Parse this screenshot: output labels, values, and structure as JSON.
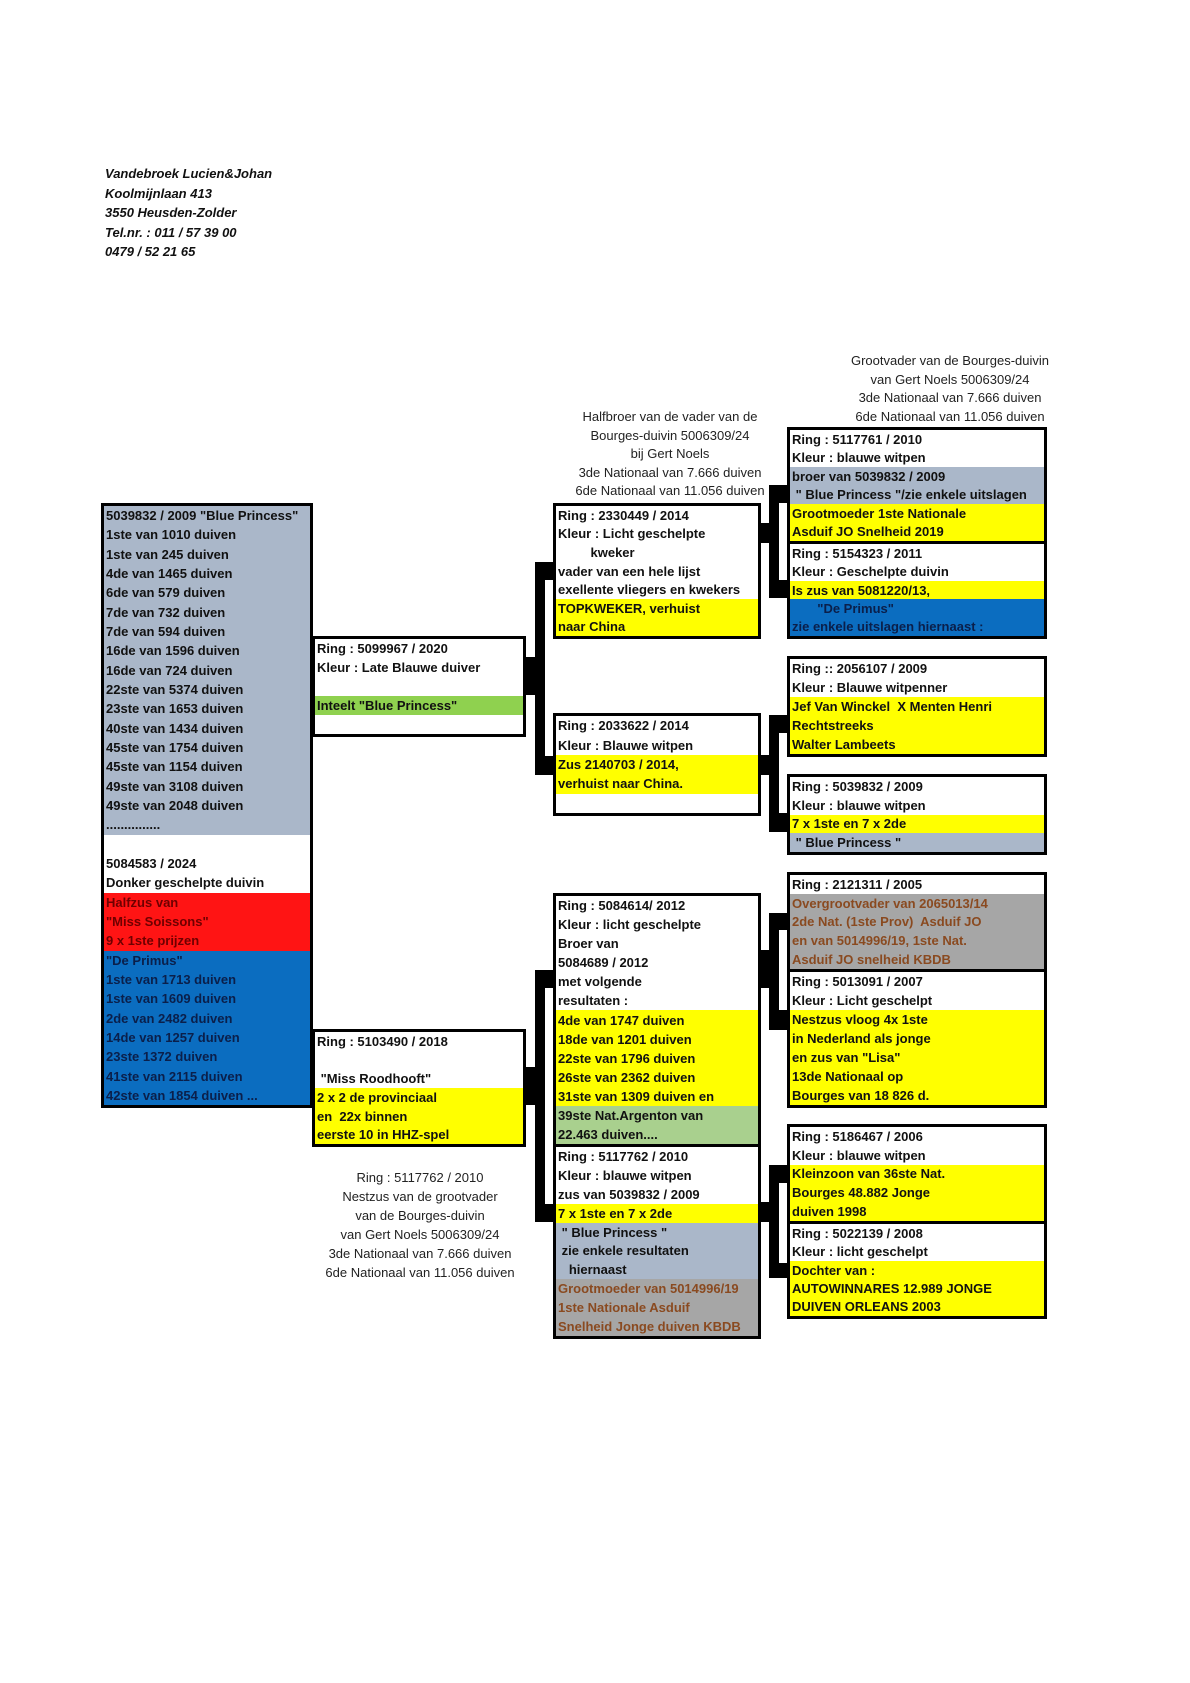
{
  "header": {
    "lines": [
      "Vandebroek Lucien&Johan",
      "Koolmijnlaan 413",
      "3550 Heusden-Zolder",
      "Tel.nr. : 011 / 57 39 00",
      "0479 / 52 21 65"
    ]
  },
  "captions": {
    "right_top": [
      "Grootvader van de Bourges-duivin",
      "van Gert Noels 5006309/24",
      "3de Nationaal van 7.666 duiven",
      "6de Nationaal van 11.056 duiven"
    ],
    "middle_top": [
      "Halfbroer van de vader van de",
      "Bourges-duivin 5006309/24",
      "bij Gert Noels",
      "3de Nationaal van 7.666 duiven",
      "6de Nationaal van 11.056 duiven"
    ],
    "left_bottom": [
      "Ring : 5117762 / 2010",
      "Nestzus van de grootvader",
      "van de Bourges-duivin",
      "van Gert Noels 5006309/24",
      "3de Nationaal van 7.666 duiven",
      "6de Nationaal van 11.056 duiven"
    ]
  },
  "boxes": {
    "main": [
      {
        "text": "5039832 / 2009 \"Blue Princess\"",
        "tone": "bluegray"
      },
      {
        "text": "1ste van 1010 duiven",
        "tone": "bluegray"
      },
      {
        "text": "1ste van 245 duiven",
        "tone": "bluegray"
      },
      {
        "text": "4de van 1465 duiven",
        "tone": "bluegray"
      },
      {
        "text": "6de van 579 duiven",
        "tone": "bluegray"
      },
      {
        "text": "7de van 732 duiven",
        "tone": "bluegray"
      },
      {
        "text": "7de van 594 duiven",
        "tone": "bluegray"
      },
      {
        "text": "16de van 1596 duiven",
        "tone": "bluegray"
      },
      {
        "text": "16de van 724 duiven",
        "tone": "bluegray"
      },
      {
        "text": "22ste van 5374 duiven",
        "tone": "bluegray"
      },
      {
        "text": "23ste van 1653 duiven",
        "tone": "bluegray"
      },
      {
        "text": "40ste van 1434 duiven",
        "tone": "bluegray"
      },
      {
        "text": "45ste van 1754 duiven",
        "tone": "bluegray"
      },
      {
        "text": "45ste van 1154 duiven",
        "tone": "bluegray"
      },
      {
        "text": "49ste van 3108 duiven",
        "tone": "bluegray"
      },
      {
        "text": "49ste van 2048 duiven",
        "tone": "bluegray"
      },
      {
        "text": "...............",
        "tone": "bluegray"
      },
      {
        "text": "",
        "tone": "white"
      },
      {
        "text": "5084583 / 2024",
        "tone": "white"
      },
      {
        "text": "Donker geschelpte duivin",
        "tone": "white"
      },
      {
        "text": "Halfzus van",
        "tone": "red"
      },
      {
        "text": "\"Miss Soissons\"",
        "tone": "red"
      },
      {
        "text": "9 x 1ste prijzen",
        "tone": "red"
      },
      {
        "text": "\"De Primus\"",
        "tone": "blue"
      },
      {
        "text": "1ste van 1713 duiven",
        "tone": "blue"
      },
      {
        "text": "1ste van 1609 duiven",
        "tone": "blue"
      },
      {
        "text": "2de van 2482 duiven",
        "tone": "blue"
      },
      {
        "text": "14de van 1257 duiven",
        "tone": "blue"
      },
      {
        "text": "23ste 1372 duiven",
        "tone": "blue"
      },
      {
        "text": "41ste van 2115 duiven",
        "tone": "blue"
      },
      {
        "text": "42ste van 1854 duiven ...",
        "tone": "blue"
      }
    ],
    "sire": [
      {
        "text": "Ring : 5099967 / 2020",
        "tone": "white"
      },
      {
        "text": "Kleur : Late Blauwe duiver",
        "tone": "white"
      },
      {
        "text": "",
        "tone": "white"
      },
      {
        "text": "Inteelt \"Blue Princess\"",
        "tone": "green"
      },
      {
        "text": "",
        "tone": "white"
      }
    ],
    "dam": [
      {
        "text": "Ring : 5103490 / 2018",
        "tone": "white"
      },
      {
        "text": "",
        "tone": "white"
      },
      {
        "text": " \"Miss Roodhooft\"",
        "tone": "white"
      },
      {
        "text": "2 x 2 de provinciaal",
        "tone": "yellow"
      },
      {
        "text": "en  22x binnen",
        "tone": "yellow"
      },
      {
        "text": "eerste 10 in HHZ-spel",
        "tone": "yellow"
      }
    ],
    "ss": [
      {
        "text": "Ring : 2330449 / 2014",
        "tone": "white"
      },
      {
        "text": "Kleur : Licht geschelpte",
        "tone": "white"
      },
      {
        "text": "         kweker",
        "tone": "white"
      },
      {
        "text": "vader van een hele lijst",
        "tone": "white"
      },
      {
        "text": "exellente vliegers en kwekers",
        "tone": "white"
      },
      {
        "text": "TOPKWEKER, verhuist",
        "tone": "yellow"
      },
      {
        "text": "naar China",
        "tone": "yellow"
      }
    ],
    "sd": [
      {
        "text": "Ring : 2033622 / 2014",
        "tone": "white"
      },
      {
        "text": "Kleur : Blauwe witpen",
        "tone": "white"
      },
      {
        "text": "Zus 2140703 / 2014,",
        "tone": "yellow"
      },
      {
        "text": "verhuist naar China.",
        "tone": "yellow"
      },
      {
        "text": "",
        "tone": "white"
      }
    ],
    "ds": [
      {
        "text": "Ring : 5084614/ 2012",
        "tone": "white"
      },
      {
        "text": "Kleur : licht geschelpte",
        "tone": "white"
      },
      {
        "text": "Broer van",
        "tone": "white"
      },
      {
        "text": "5084689 / 2012",
        "tone": "white"
      },
      {
        "text": "met volgende",
        "tone": "white"
      },
      {
        "text": "resultaten :",
        "tone": "white"
      },
      {
        "text": "4de van 1747 duiven",
        "tone": "yellow"
      },
      {
        "text": "18de van 1201 duiven",
        "tone": "yellow"
      },
      {
        "text": "22ste van 1796 duiven",
        "tone": "yellow"
      },
      {
        "text": "26ste van 2362 duiven",
        "tone": "yellow"
      },
      {
        "text": "31ste van 1309 duiven en",
        "tone": "yellow"
      },
      {
        "text": "39ste Nat.Argenton van",
        "tone": "lightgreen"
      },
      {
        "text": "22.463 duiven....",
        "tone": "lightgreen"
      }
    ],
    "dd": [
      {
        "text": "Ring : 5117762 / 2010",
        "tone": "white"
      },
      {
        "text": "Kleur : blauwe witpen",
        "tone": "white"
      },
      {
        "text": "zus van 5039832 / 2009",
        "tone": "white"
      },
      {
        "text": "7 x 1ste en 7 x 2de",
        "tone": "yellow"
      },
      {
        "text": " \" Blue Princess \"",
        "tone": "bluegray"
      },
      {
        "text": " zie enkele resultaten",
        "tone": "bluegray"
      },
      {
        "text": "   hiernaast",
        "tone": "bluegray"
      },
      {
        "text": "Grootmoeder van 5014996/19",
        "tone": "brown"
      },
      {
        "text": "1ste Nationale Asduif",
        "tone": "brown"
      },
      {
        "text": "Snelheid Jonge duiven KBDB",
        "tone": "brown"
      }
    ],
    "sss": [
      {
        "text": "Ring : 5117761 / 2010",
        "tone": "white"
      },
      {
        "text": "Kleur : blauwe witpen",
        "tone": "white"
      },
      {
        "text": "broer van 5039832 / 2009",
        "tone": "bluegray"
      },
      {
        "text": " \" Blue Princess \"/zie enkele uitslagen",
        "tone": "bluegray"
      },
      {
        "text": "Grootmoeder 1ste Nationale",
        "tone": "yellow"
      },
      {
        "text": "Asduif JO Snelheid 2019",
        "tone": "yellow"
      }
    ],
    "ssd": [
      {
        "text": "Ring : 5154323 / 2011",
        "tone": "white"
      },
      {
        "text": "Kleur : Geschelpte duivin",
        "tone": "white"
      },
      {
        "text": "Is zus van 5081220/13,",
        "tone": "yellow"
      },
      {
        "text": "       \"De Primus\"",
        "tone": "blue"
      },
      {
        "text": "zie enkele uitslagen hiernaast :",
        "tone": "blue"
      }
    ],
    "sds": [
      {
        "text": "Ring :: 2056107 / 2009",
        "tone": "white"
      },
      {
        "text": "Kleur : Blauwe witpenner",
        "tone": "white"
      },
      {
        "text": "Jef Van Winckel  X Menten Henri",
        "tone": "yellow"
      },
      {
        "text": "Rechtstreeks",
        "tone": "yellow"
      },
      {
        "text": "Walter Lambeets",
        "tone": "yellow"
      }
    ],
    "sdd": [
      {
        "text": "Ring : 5039832 / 2009",
        "tone": "white"
      },
      {
        "text": "Kleur : blauwe witpen",
        "tone": "white"
      },
      {
        "text": "7 x 1ste en 7 x 2de",
        "tone": "yellow"
      },
      {
        "text": " \" Blue Princess \"",
        "tone": "bluegray"
      }
    ],
    "dss": [
      {
        "text": "Ring : 2121311 / 2005",
        "tone": "white"
      },
      {
        "text": "Overgrootvader van 2065013/14",
        "tone": "brown"
      },
      {
        "text": "2de Nat. (1ste Prov)  Asduif JO",
        "tone": "brown"
      },
      {
        "text": "en van 5014996/19, 1ste Nat.",
        "tone": "brown"
      },
      {
        "text": "Asduif JO snelheid KBDB",
        "tone": "brown"
      }
    ],
    "dsd": [
      {
        "text": "Ring : 5013091 / 2007",
        "tone": "white"
      },
      {
        "text": "Kleur : Licht geschelpt",
        "tone": "white"
      },
      {
        "text": "Nestzus vloog 4x 1ste",
        "tone": "yellow"
      },
      {
        "text": "in Nederland als jonge",
        "tone": "yellow"
      },
      {
        "text": "en zus van \"Lisa\"",
        "tone": "yellow"
      },
      {
        "text": "13de Nationaal op",
        "tone": "yellow"
      },
      {
        "text": "Bourges van 18 826 d.",
        "tone": "yellow"
      }
    ],
    "dds": [
      {
        "text": "Ring : 5186467 / 2006",
        "tone": "white"
      },
      {
        "text": "Kleur : blauwe witpen",
        "tone": "white"
      },
      {
        "text": "Kleinzoon van 36ste Nat.",
        "tone": "yellow"
      },
      {
        "text": "Bourges 48.882 Jonge",
        "tone": "yellow"
      },
      {
        "text": "duiven 1998",
        "tone": "yellow"
      }
    ],
    "ddd": [
      {
        "text": "Ring : 5022139 / 2008",
        "tone": "white"
      },
      {
        "text": "Kleur : licht geschelpt",
        "tone": "white"
      },
      {
        "text": "Dochter van :",
        "tone": "yellow"
      },
      {
        "text": "AUTOWINNARES 12.989 JONGE",
        "tone": "yellow"
      },
      {
        "text": "DUIVEN ORLEANS 2003",
        "tone": "yellow"
      }
    ]
  }
}
